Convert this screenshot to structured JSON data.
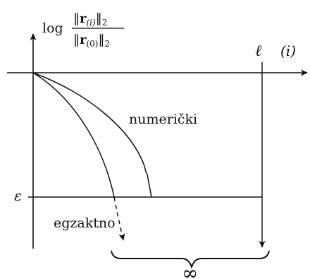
{
  "y_axis_label": {
    "log": "log",
    "num_norm_left": "‖",
    "num_r": "r",
    "num_sub": "(i)",
    "num_norm_right": "‖",
    "num_sub2": "2",
    "den_norm_left": "‖",
    "den_r": "r",
    "den_sub": "(0)",
    "den_norm_right": "‖",
    "den_sub2": "2"
  },
  "x_axis_label": "(i)",
  "ell_label": "ℓ",
  "epsilon_label": "ε",
  "numeric_label": "numerički",
  "exact_label": "egzaktno",
  "infinity_label": "∞"
}
